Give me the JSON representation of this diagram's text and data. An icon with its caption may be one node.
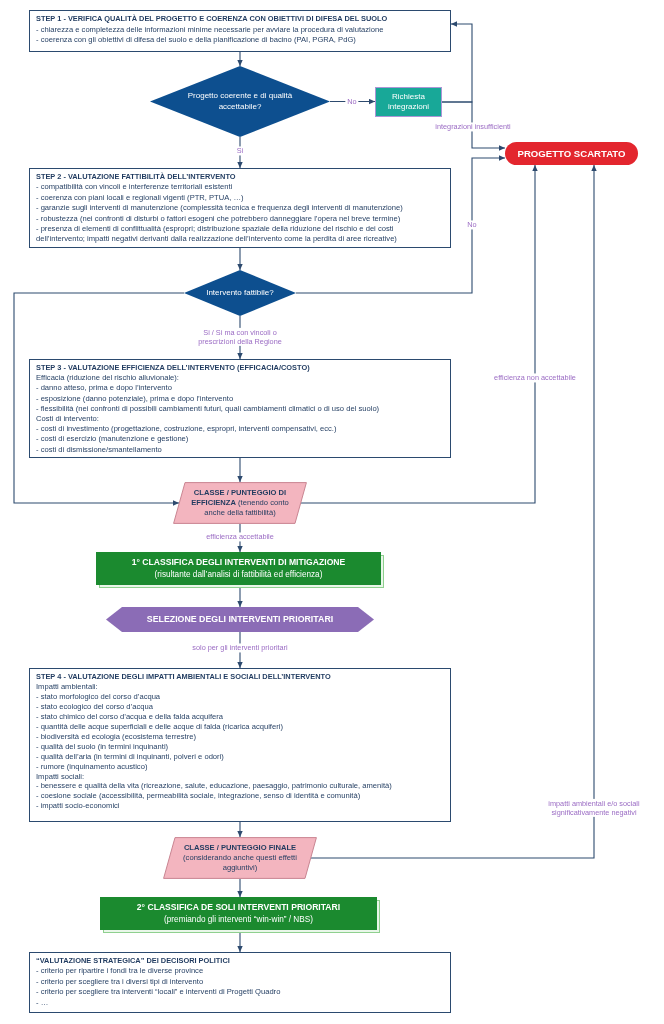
{
  "diagram": {
    "nodes": [
      {
        "text": [
          "STEP 1 - VERIFICA QUALITÀ DEL PROGETTO E COERENZA CON OBIETTIVI DI DIFESA DEL SUOLO",
          "- chiarezza e completezza delle informazioni minime necessarie per avviare la procedura di valutazione",
          "- coerenza con gli obiettivi di difesa del suolo e della pianificazione di bacino (PAI, PGRA, PdG)"
        ]
      },
      {
        "text": [
          "Progetto coerente e di qualità accettabile?"
        ]
      },
      {
        "text": [
          "Richiesta integrazioni"
        ]
      },
      {
        "text": [
          "PROGETTO SCARTATO"
        ]
      },
      {
        "text": [
          "STEP 2 - VALUTAZIONE FATTIBILITÀ DELL’INTERVENTO",
          "- compatibilità con vincoli e interferenze territoriali esistenti",
          "- coerenza con piani locali e regionali vigenti (PTR, PTUA, …)",
          "- garanzie sugli interventi di manutenzione (complessità tecnica e frequenza degli interventi di manutenzione)",
          "- robustezza (nei confronti di disturbi o fattori esogeni che potrebbero danneggiare l’opera nel breve termine)",
          "- presenza di elementi di conflittualità (espropri; distribuzione spaziale della riduzione del rischio e dei costi dell’intervento; impatti negativi derivanti dalla realizzazione dell’intervento come la perdita di aree ricreative)"
        ]
      },
      {
        "text": [
          "Intervento fattibile?"
        ]
      },
      {
        "text": [
          "STEP 3 - VALUTAZIONE EFFICIENZA DELL’INTERVENTO (EFFICACIA/COSTO)",
          "Efficacia (riduzione del rischio alluvionale):",
          "- danno atteso, prima e dopo l’intervento",
          "- esposizione (danno potenziale), prima e dopo l’intervento",
          "- flessibilità (nei confronti di possibili cambiamenti futuri, quali cambiamenti climatici o di uso del suolo)",
          "Costi di intervento:",
          "- costi di investimento (progettazione, costruzione, espropri, interventi compensativi, ecc.)",
          "- costi di esercizio (manutenzione e gestione)",
          "- costi di dismissione/smantellamento"
        ]
      },
      {
        "text": [
          "**CLASSE / PUNTEGGIO DI EFFICIENZA** (tenendo conto anche della fattibilità)"
        ]
      },
      {
        "text": [
          "1° CLASSIFICA DEGLI INTERVENTI DI MITIGAZIONE",
          "(risultante dall’analisi di fattibilità ed efficienza)"
        ]
      },
      {
        "text": [
          "SELEZIONE DEGLI INTERVENTI PRIORITARI"
        ]
      },
      {
        "text": [
          "STEP 4 - VALUTAZIONE DEGLI IMPATTI AMBIENTALI E SOCIALI DELL’INTERVENTO",
          "Impatti ambientali:",
          "- stato morfologico del corso d’acqua",
          "- stato ecologico del corso d’acqua",
          "- stato chimico del corso d’acqua e della falda acquifera",
          "- quantità delle acque superficiali e delle acque di falda (ricarica acquiferi)",
          "- biodiversità ed ecologia (ecosistema terrestre)",
          "- qualità del suolo (in termini inquinanti)",
          "- qualità dell’aria (in termini di inquinanti, polveri e odori)",
          "- rumore (inquinamento acustico)",
          "Impatti sociali:",
          "- benessere e qualità della vita (ricreazione, salute, educazione, paesaggio, patrimonio culturale, amenità)",
          "- coesione sociale (accessibilità, permeabilità sociale, integrazione, senso di identità e comunità)",
          "- impatti socio-economici"
        ]
      },
      {
        "text": [
          "CLASSE / PUNTEGGIO FINALE",
          "(considerando anche questi effetti aggiuntivi)"
        ]
      },
      {
        "text": [
          "2° CLASSIFICA DE SOLI INTERVENTI PRIORITARI",
          "(premiando gli interventi “win-win” / NBS)"
        ]
      },
      {
        "text": [
          "“VALUTAZIONE STRATEGICA” DEI DECISORI POLITICI",
          "- criterio per ripartire i fondi tra le diverse province",
          "- criterio per scegliere tra i diversi tipi di intervento",
          "- criterio per scegliere tra interventi “locali” e interventi di Progetti Quadro",
          "- …"
        ]
      }
    ],
    "edges": [
      {
        "from": 0,
        "to": 1,
        "arrow": "to"
      },
      {
        "from": 1,
        "to": 2,
        "arrow": "to",
        "label": "No"
      },
      {
        "from": 1,
        "to": 4,
        "arrow": "to",
        "label": "Si"
      },
      {
        "from": 2,
        "to": 0,
        "arrow": "to"
      },
      {
        "from": 2,
        "to": 3,
        "arrow": "to",
        "label": "integrazioni insufficienti"
      },
      {
        "from": 4,
        "to": 5,
        "arrow": "to"
      },
      {
        "from": 5,
        "to": 3,
        "arrow": "to",
        "label": "No"
      },
      {
        "from": 5,
        "to": 6,
        "arrow": "to",
        "label": "Si / Si ma con vincoli o prescrizioni della Regione"
      },
      {
        "from": 5,
        "to": 7,
        "arrow": "to"
      },
      {
        "from": 6,
        "to": 7,
        "arrow": "to"
      },
      {
        "from": 7,
        "to": 3,
        "arrow": "to",
        "label": "efficienza non accettabile"
      },
      {
        "from": 7,
        "to": 8,
        "arrow": "to",
        "label": "efficienza accettabile"
      },
      {
        "from": 8,
        "to": 9,
        "arrow": "to"
      },
      {
        "from": 9,
        "to": 10,
        "arrow": "to",
        "label": "solo per gli interventi prioritari"
      },
      {
        "from": 10,
        "to": 11,
        "arrow": "to"
      },
      {
        "from": 11,
        "to": 3,
        "arrow": "to",
        "label": "impatti ambientali e/o sociali significativamente negativi"
      },
      {
        "from": 11,
        "to": 12,
        "arrow": "to"
      },
      {
        "from": 12,
        "to": 13,
        "arrow": "to"
      }
    ]
  }
}
